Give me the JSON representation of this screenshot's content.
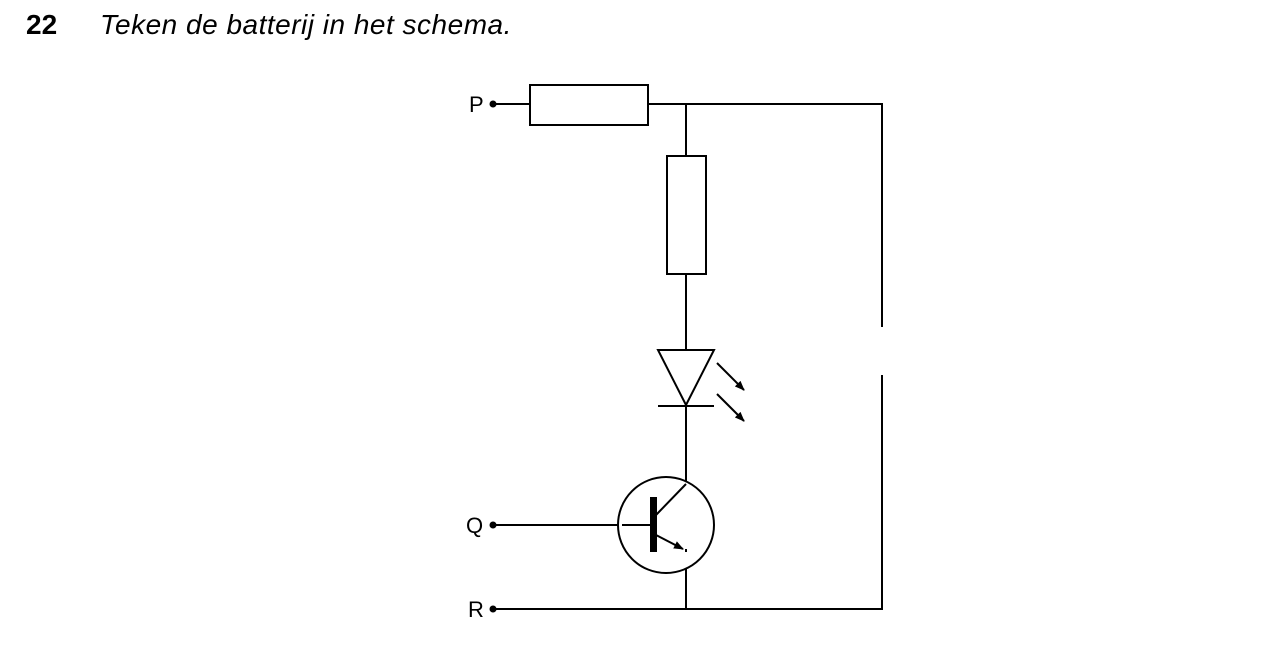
{
  "question": {
    "number": "22",
    "text": "Teken de batterij in het schema."
  },
  "diagram": {
    "terminals": [
      "P",
      "Q",
      "R"
    ],
    "components": [
      "resistor-top",
      "resistor-vertical",
      "led",
      "npn-transistor",
      "battery-gap"
    ],
    "colors": {
      "stroke": "#000000",
      "fill": "#ffffff"
    }
  }
}
